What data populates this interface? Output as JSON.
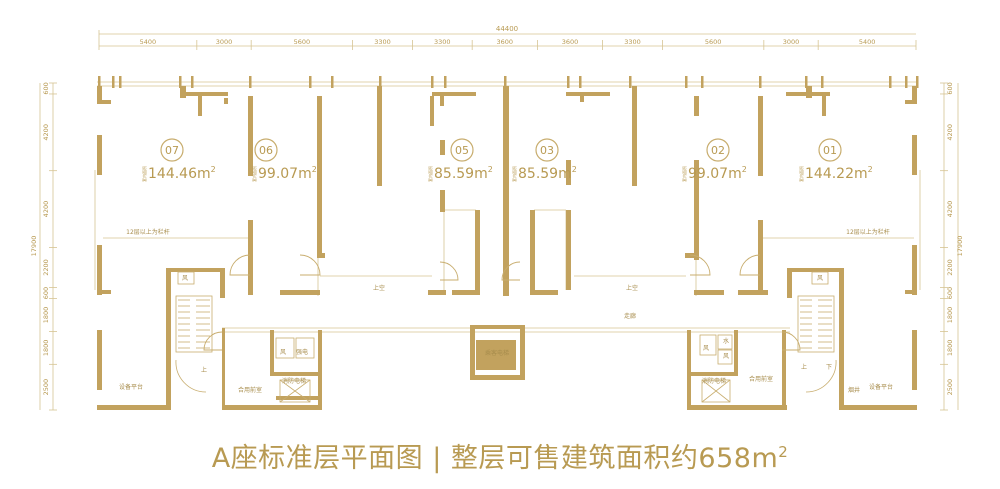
{
  "dimensions": {
    "overall": "44400",
    "top_segments": [
      "5400",
      "3000",
      "5600",
      "3300",
      "3300",
      "3600",
      "3600",
      "3300",
      "5600",
      "3000",
      "5400"
    ],
    "left_total": "17900",
    "left_segments": [
      "600",
      "4200",
      "4200",
      "2200",
      "600",
      "1800",
      "1800",
      "2500"
    ],
    "right_total": "17900",
    "right_segments": [
      "600",
      "4200",
      "4200",
      "2200",
      "600",
      "1800",
      "1800",
      "2500"
    ]
  },
  "units": [
    {
      "number": "07",
      "label": "套内面积",
      "area": "144.46m",
      "sup": "2"
    },
    {
      "number": "06",
      "label": "套内面积",
      "area": "99.07m",
      "sup": "2"
    },
    {
      "number": "05",
      "label": "套内面积",
      "area": "85.59m",
      "sup": "2"
    },
    {
      "number": "03",
      "label": "套内面积",
      "area": "85.59m",
      "sup": "2"
    },
    {
      "number": "02",
      "label": "套内面积",
      "area": "99.07m",
      "sup": "2"
    },
    {
      "number": "01",
      "label": "套内面积",
      "area": "144.22m",
      "sup": "2"
    }
  ],
  "rooms": {
    "railing_left": "12层以上为栏杆",
    "railing_right": "12层以上为栏杆",
    "void_left": "上空",
    "void_right": "上空",
    "corridor": "走廊",
    "elevator_center": "乘客电梯",
    "elevator_left": "消防电梯",
    "elevator_right": "消防电梯",
    "lobby_left": "合用前室",
    "lobby_right": "合用前室",
    "platform_left": "设备平台",
    "platform_right": "设备平台",
    "wind_left": "风",
    "power_left": "强电",
    "wind_right": "风",
    "water_right": "水",
    "wind_right2": "风",
    "wind_stair_left": "风",
    "wind_stair_right": "风",
    "shaft_right": "烟井",
    "up_left": "上",
    "up_right": "上",
    "down_right": "下"
  },
  "caption": {
    "text": "A座标准层平面图 | 整层可售建筑面积约658m",
    "sup": "2"
  },
  "colors": {
    "line": "#c8ad6e",
    "wall": "#c2a25e",
    "text": "#b89a52",
    "thin": "#d6c493"
  }
}
